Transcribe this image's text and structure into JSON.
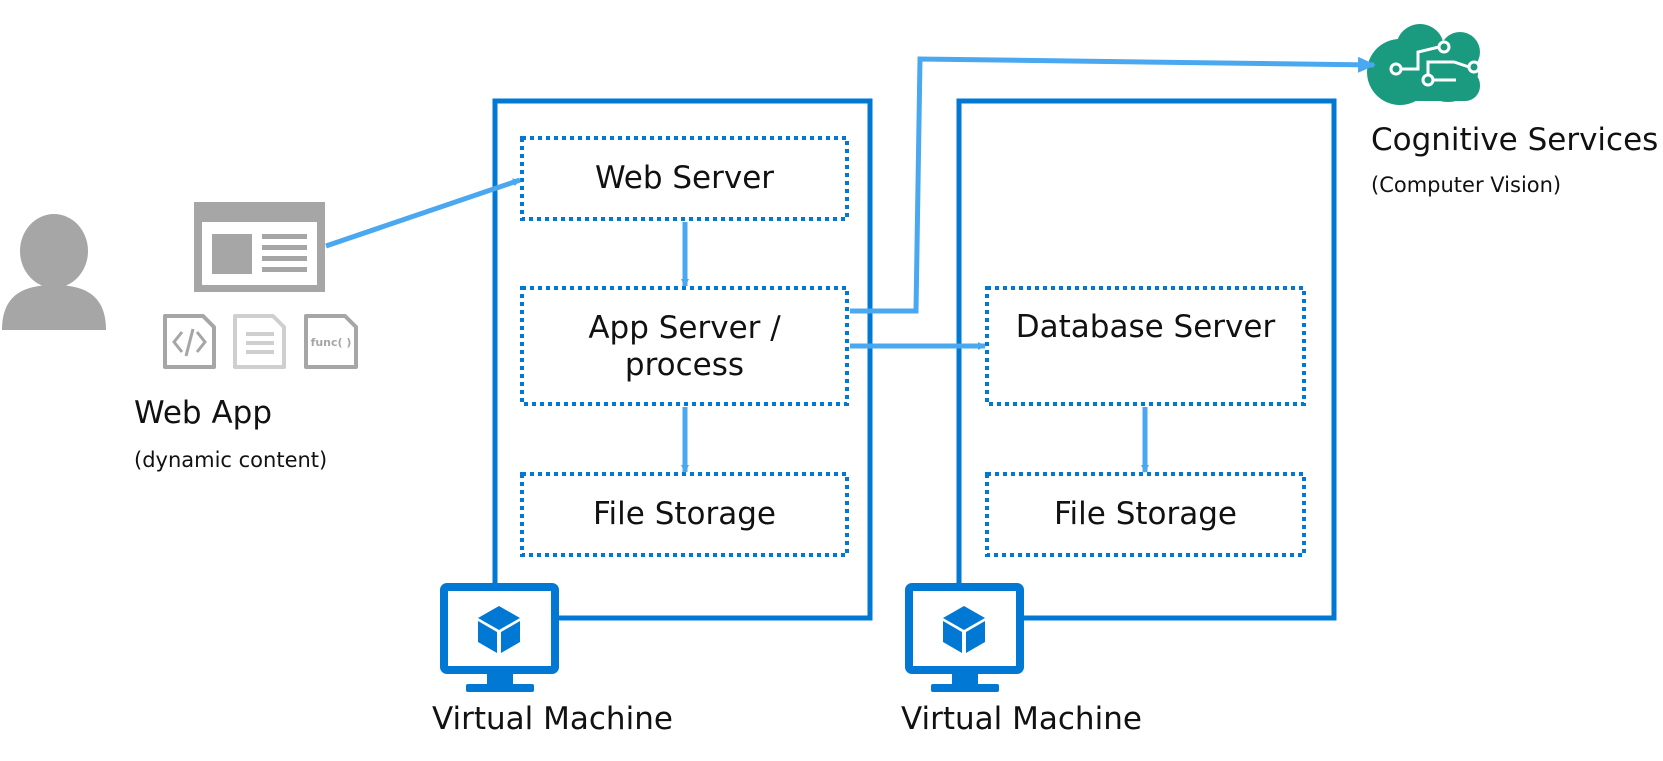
{
  "web_app": {
    "title": "Web App",
    "subtitle": "(dynamic content)",
    "file_icon_label": "func( )"
  },
  "vm1": {
    "label": "Virtual Machine",
    "web_server": "Web Server",
    "app_server_line1": "App Server /",
    "app_server_line2": "process",
    "file_storage": "File Storage"
  },
  "vm2": {
    "label": "Virtual Machine",
    "database_server": "Database Server",
    "file_storage": "File Storage"
  },
  "cognitive": {
    "title": "Cognitive Services",
    "subtitle": "(Computer Vision)"
  },
  "colors": {
    "vm_border": "#0078d4",
    "arrow": "#4aa8f0",
    "icon_gray": "#a6a6a6",
    "cognitive_green": "#1a9b80"
  }
}
